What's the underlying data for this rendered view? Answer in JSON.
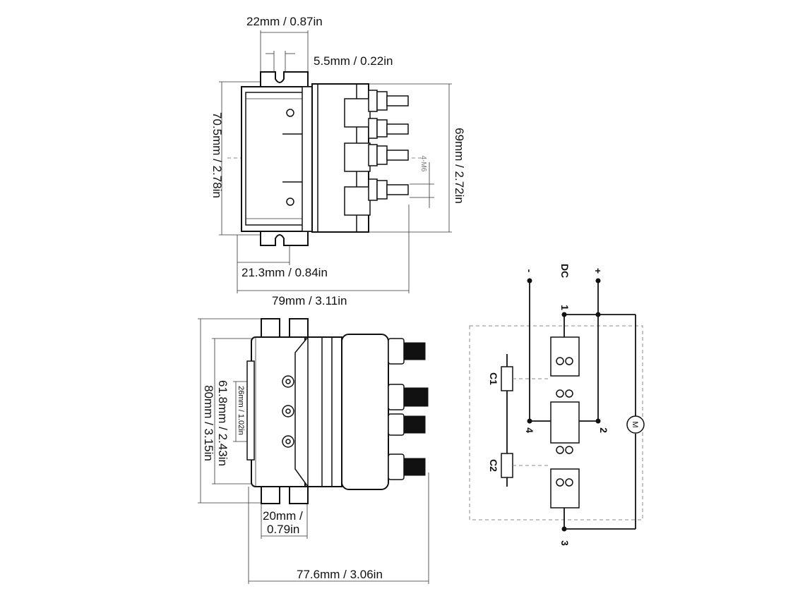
{
  "top_view": {
    "dim_width_top": "22mm / 0.87in",
    "dim_slot": "5.5mm / 0.22in",
    "dim_height_left": "70.5mm / 2.78in",
    "dim_height_right": "69mm / 2.72in",
    "dim_offset": "21.3mm / 0.84in",
    "dim_length": "79mm / 3.11in",
    "thread_label": "4-M6"
  },
  "side_view": {
    "dim_total_height": "80mm / 3.15in",
    "dim_mount_height": "61.8mm / 2.43in",
    "dim_spacing": "26mm / 1.02in",
    "dim_foot_line1": "20mm /",
    "dim_foot_line2": "0.79in",
    "dim_length": "77.6mm / 3.06in"
  },
  "schematic": {
    "minus": "-",
    "dc": "DC",
    "plus": "+",
    "t1": "1",
    "t2": "2",
    "t3": "3",
    "t4": "4",
    "coil1": "C1",
    "coil2": "C2",
    "motor": "M"
  }
}
